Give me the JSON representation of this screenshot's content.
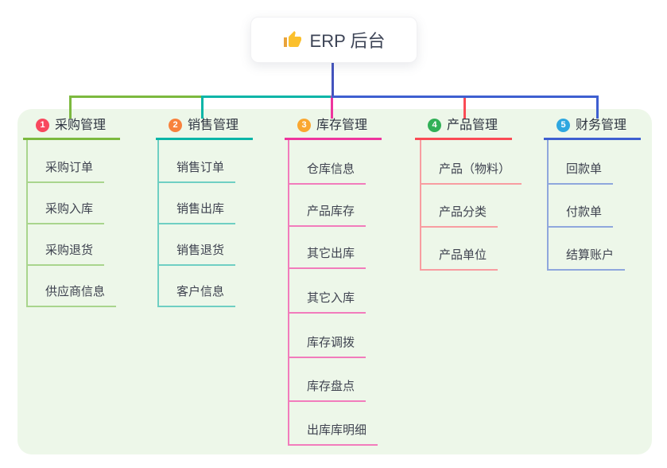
{
  "root": {
    "title": "ERP 后台",
    "icon": "thumbs-up-icon"
  },
  "branches": [
    {
      "badge": "1",
      "title": "采购管理",
      "children": [
        "采购订单",
        "采购入库",
        "采购退货",
        "供应商信息"
      ]
    },
    {
      "badge": "2",
      "title": "销售管理",
      "children": [
        "销售订单",
        "销售出库",
        "销售退货",
        "客户信息"
      ]
    },
    {
      "badge": "3",
      "title": "库存管理",
      "children": [
        "仓库信息",
        "产品库存",
        "其它出库",
        "其它入库",
        "库存调拨",
        "库存盘点",
        "出库库明细"
      ]
    },
    {
      "badge": "4",
      "title": "产品管理",
      "children": [
        "产品（物料）",
        "产品分类",
        "产品单位"
      ]
    },
    {
      "badge": "5",
      "title": "财务管理",
      "children": [
        "回款单",
        "付款单",
        "结算账户"
      ]
    }
  ],
  "palette": {
    "canvas_background": "#ffffff",
    "panel_background": "#edf7e9",
    "root_connector": "#4353be",
    "text_dark": "#2e3440",
    "branch_colors": [
      {
        "badge": "#f8485e",
        "line": "#7cb93f",
        "line_light": "#a9d58d"
      },
      {
        "badge": "#f8823d",
        "line": "#0ab5a7",
        "line_light": "#6fcfc3"
      },
      {
        "badge": "#faa730",
        "line": "#ee359e",
        "line_light": "#f27cbc"
      },
      {
        "badge": "#31b057",
        "line": "#fa4b55",
        "line_light": "#f89da1"
      },
      {
        "badge": "#2ea7e0",
        "line": "#3e5fd0",
        "line_light": "#8fa7dd"
      }
    ]
  }
}
